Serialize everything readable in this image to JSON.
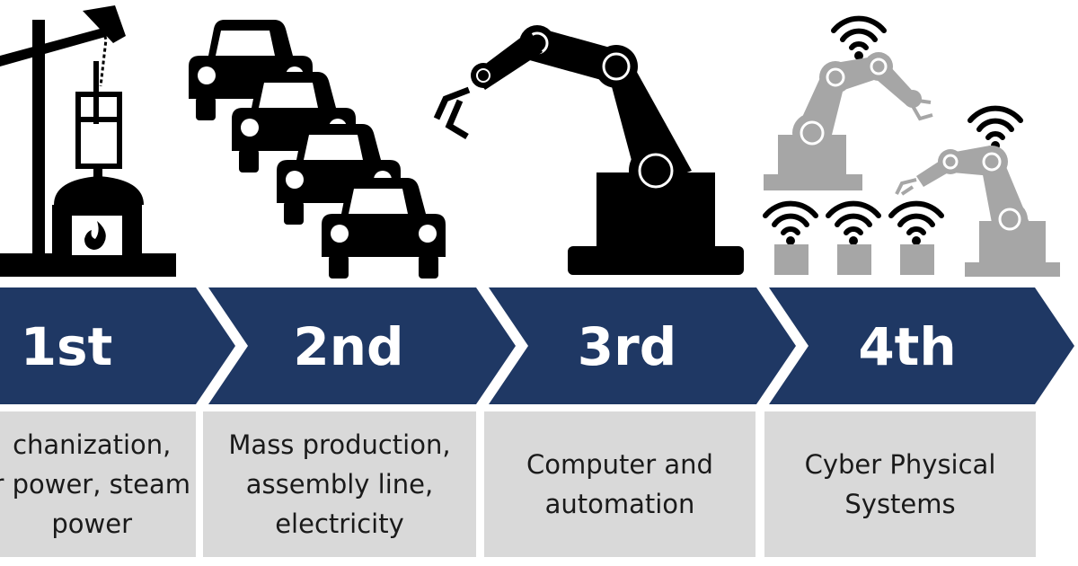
{
  "colors": {
    "band": "#1f3864",
    "panel": "#d9d9d9",
    "icon_black": "#000000",
    "icon_gray": "#a6a6a6"
  },
  "icons": [
    "steam-pump-icon",
    "assembly-line-cars-icon",
    "robot-arm-icon",
    "connected-robots-icon"
  ],
  "stages": [
    {
      "label": "1st",
      "description": "chanization,\nr power, steam\npower"
    },
    {
      "label": "2nd",
      "description": "Mass production,\nassembly line,\nelectricity"
    },
    {
      "label": "3rd",
      "description": "Computer and\nautomation"
    },
    {
      "label": "4th",
      "description": "Cyber Physical\nSystems"
    }
  ]
}
